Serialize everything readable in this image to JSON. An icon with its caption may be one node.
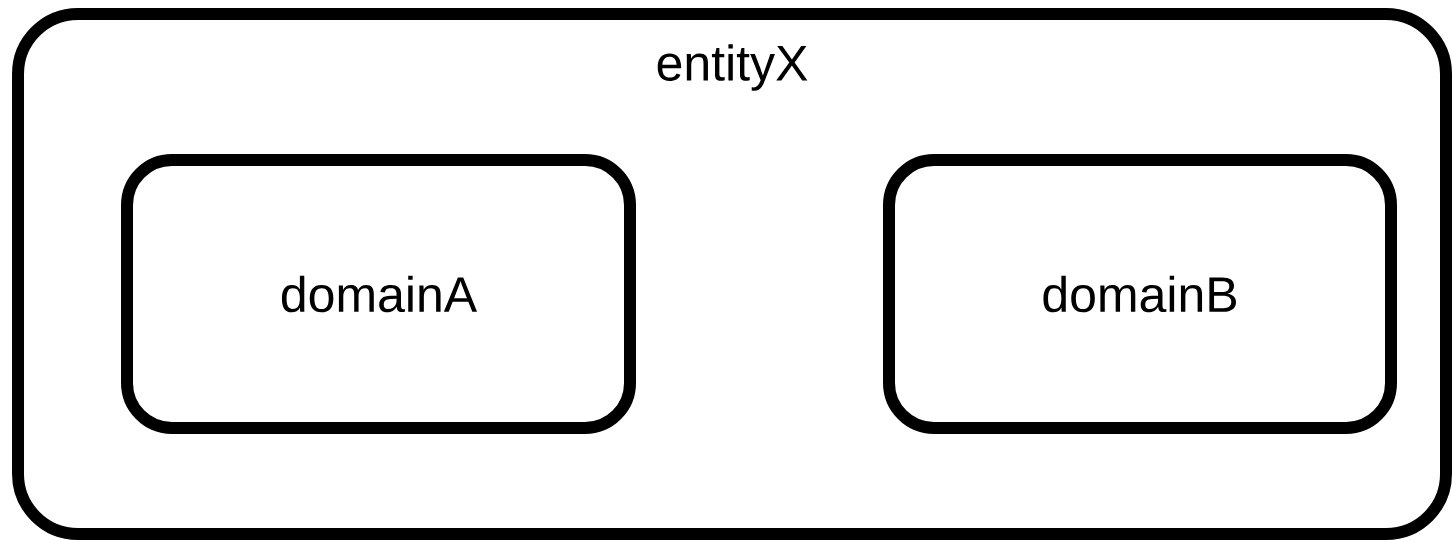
{
  "diagram": {
    "nodes": [
      {
        "text": [
          "entityX"
        ]
      },
      {
        "text": [
          "domainA"
        ],
        "in": 0
      },
      {
        "text": [
          "domainB"
        ],
        "in": 0
      }
    ]
  }
}
